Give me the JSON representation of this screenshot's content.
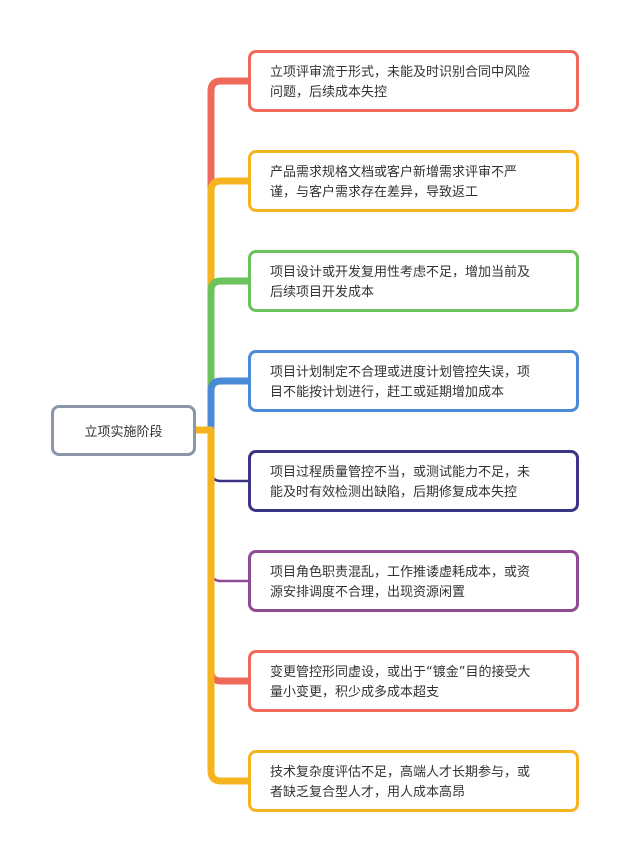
{
  "root": {
    "label": "立项实施阶段",
    "color": "#8a97a8"
  },
  "branches": [
    {
      "lines": [
        "立项评审流于形式，未能及时识别合同中风险",
        "问题，后续成本失控"
      ],
      "color": "#f06a5b"
    },
    {
      "lines": [
        "产品需求规格文档或客户新增需求评审不严",
        "谨，与客户需求存在差异，导致返工"
      ],
      "color": "#f5b41f"
    },
    {
      "lines": [
        "项目设计或开发复用性考虑不足，增加当前及",
        "后续项目开发成本"
      ],
      "color": "#6cc25d"
    },
    {
      "lines": [
        "项目计划制定不合理或进度计划管控失误，项",
        "目不能按计划进行，赶工或延期增加成本"
      ],
      "color": "#4b8ad6"
    },
    {
      "lines": [
        "项目过程质量管控不当，或测试能力不足，未",
        "能及时有效检测出缺陷，后期修复成本失控"
      ],
      "color": "#3b3486"
    },
    {
      "lines": [
        "项目角色职责混乱，工作推诿虚耗成本，或资",
        "源安排调度不合理，出现资源闲置"
      ],
      "color": "#8e4a93"
    },
    {
      "lines": [
        "变更管控形同虚设，或出于“镀金”目的接受大",
        "量小变更，积少成多成本超支"
      ],
      "color": "#f06a5b"
    },
    {
      "lines": [
        "技术复杂度评估不足，高端人才长期参与，或",
        "者缺乏复合型人才，用人成本高昂"
      ],
      "color": "#f5b41f"
    }
  ]
}
